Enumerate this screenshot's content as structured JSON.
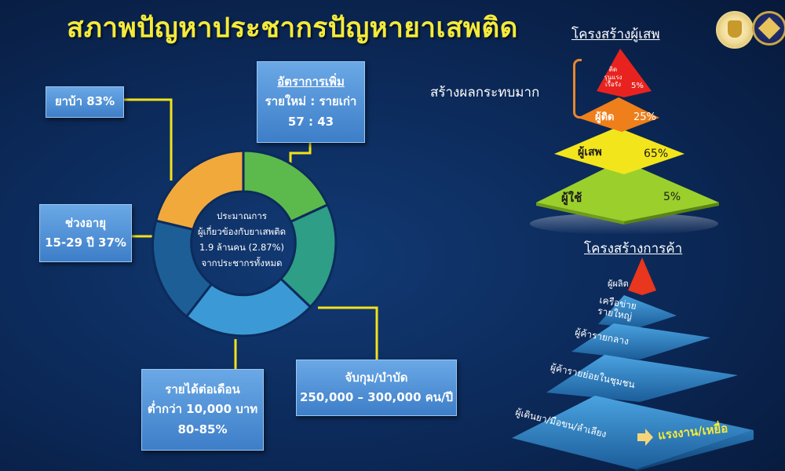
{
  "title": "สภาพปัญหาประชากรปัญหายาเสพติด",
  "donut": {
    "center_lines": [
      "ประมาณการ",
      "ผู้เกี่ยวข้องกับยาเสพติด",
      "1.9 ล้านคน (2.87%)",
      "จากประชากรทั้งหมด"
    ]
  },
  "callouts": {
    "yaba": "ยาบ้า 83%",
    "rate_title": "อัตราการเพิ่ม",
    "rate_sub": "รายใหม่ : รายเก่า",
    "rate_value": "57 : 43",
    "age_line1": "ช่วงอายุ",
    "age_line2": "15-29 ปี 37%",
    "income_line1": "รายได้ต่อเดือน",
    "income_line2": "ต่ำกว่า 10,000 บาท",
    "income_line3": "80-85%",
    "arrest_line1": "จับกุม/บำบัด",
    "arrest_line2": "250,000 – 300,000 คน/ปี"
  },
  "addict_structure": {
    "title": "โครงสร้างผู้เสพ",
    "impact_label": "สร้างผลกระทบมาก",
    "levels": [
      {
        "label": "ติด รุนแรง เรื้อรัง",
        "value": "5%",
        "color": "#e8231f"
      },
      {
        "label": "ผู้ติด",
        "value": "25%",
        "color": "#ef7f1a"
      },
      {
        "label": "ผู้เสพ",
        "value": "65%",
        "color": "#f3e51c"
      },
      {
        "label": "ผู้ใช้",
        "value": "5%",
        "color": "#9bcf2c"
      }
    ]
  },
  "trade_structure": {
    "title": "โครงสร้างการค้า",
    "levels": [
      {
        "label": "ผู้ผลิต"
      },
      {
        "label": "เครือข่าย รายใหญ่"
      },
      {
        "label": "ผู้ค้ารายกลาง"
      },
      {
        "label": "ผู้ค้ารายย่อยในชุมชน"
      },
      {
        "label": "ผู้เดินยา/มือขน/ลำเลียง"
      }
    ],
    "arrow_label": "แรงงาน/เหยื่อ"
  },
  "colors": {
    "title": "#f4ea3a",
    "connector": "#f2e21a",
    "donut_segments": [
      "#5cba4c",
      "#2e9e86",
      "#3b9ad6",
      "#1d5e96",
      "#f2a93b"
    ]
  }
}
